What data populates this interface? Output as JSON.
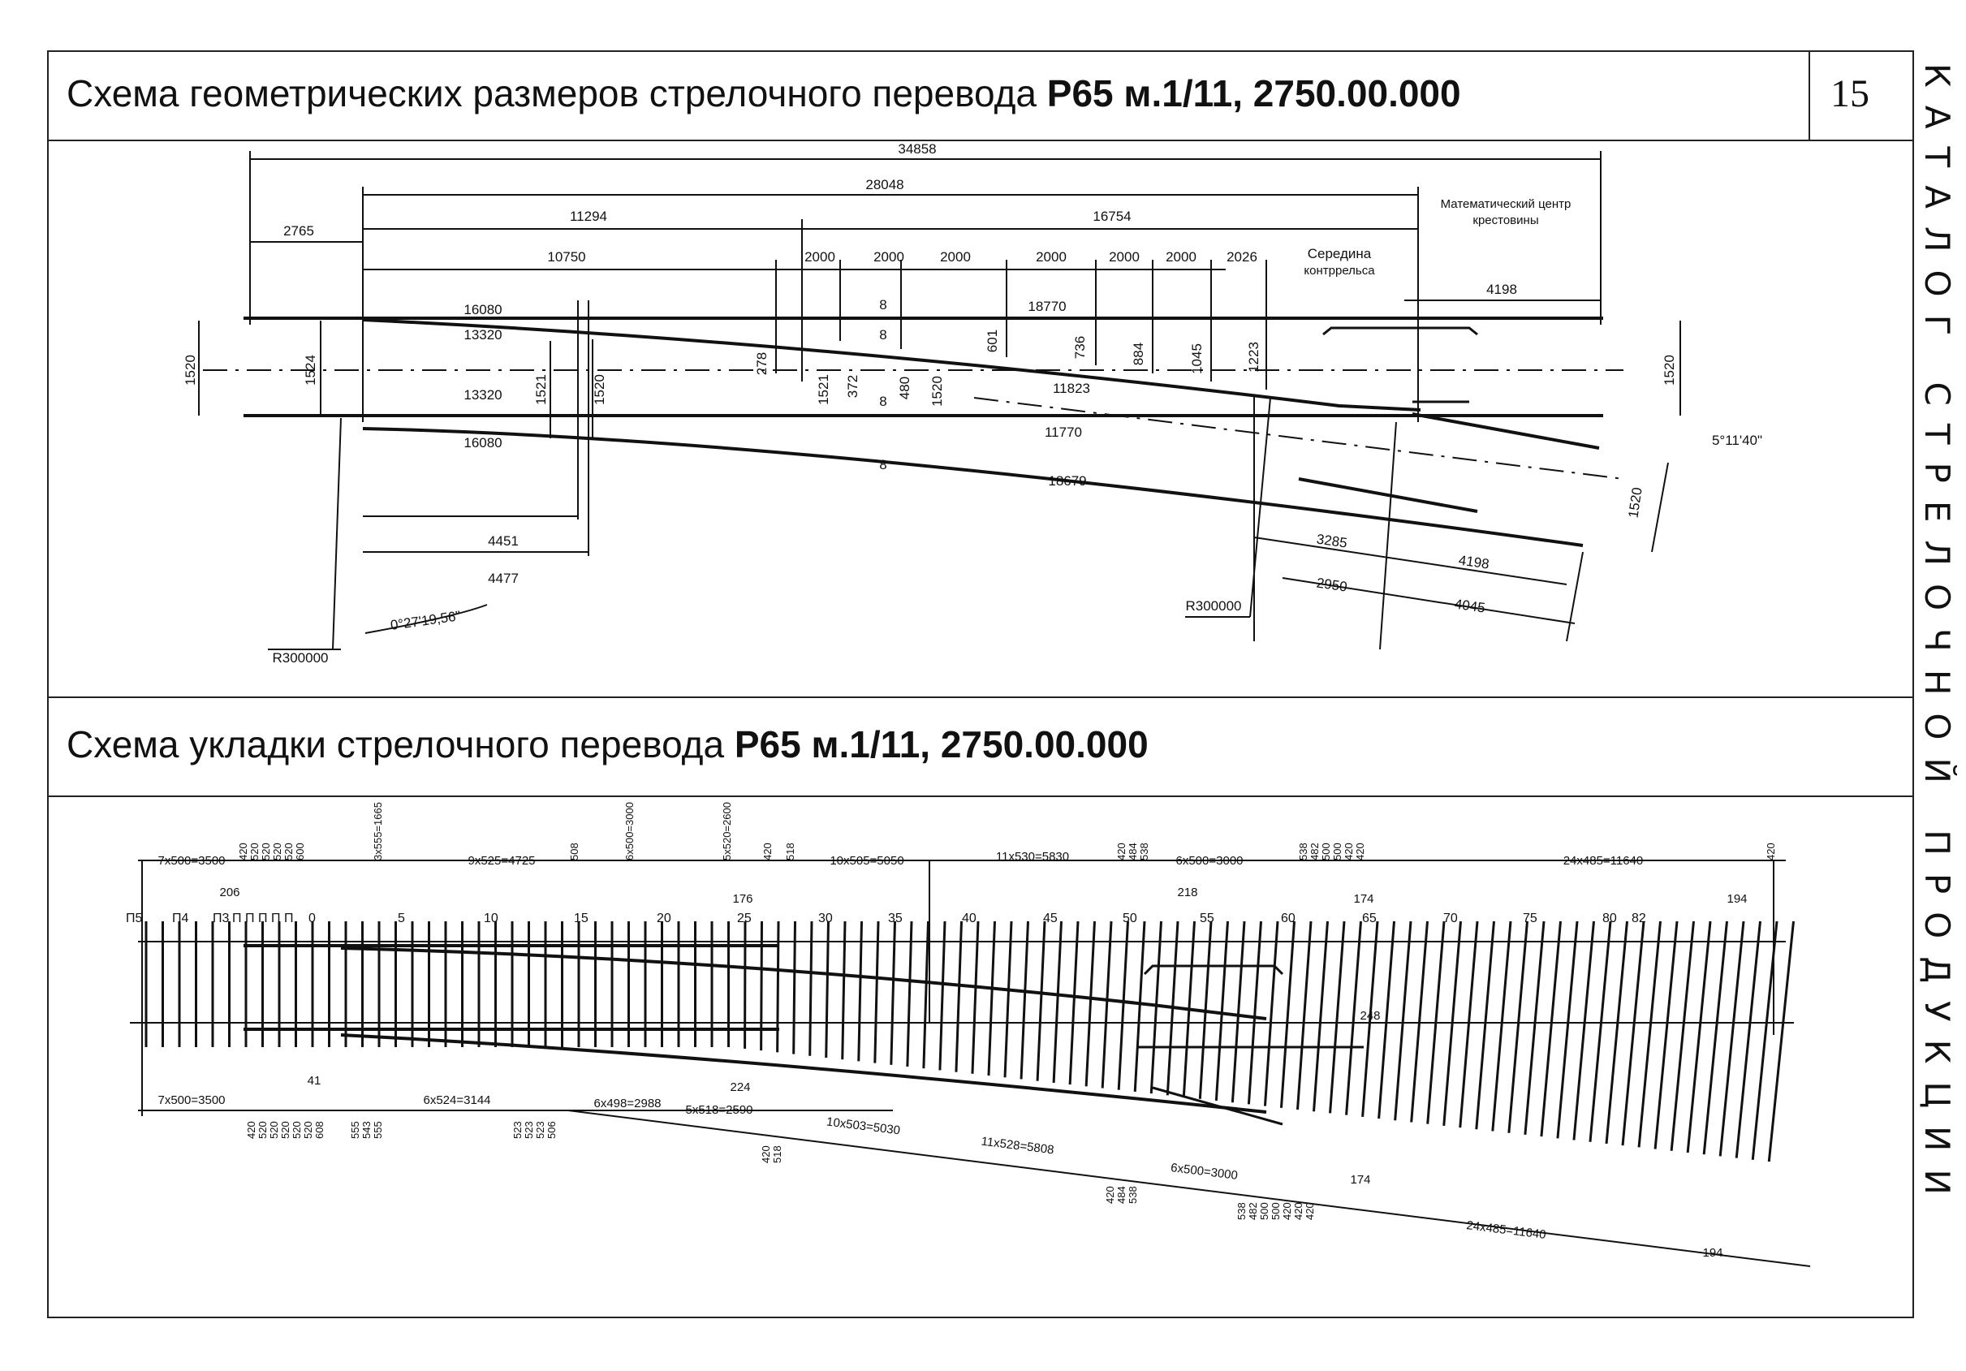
{
  "page": {
    "number": "15"
  },
  "side_caption": "КАТАЛОГ СТРЕЛОЧНОЙ ПРОДУКЦИИ",
  "section1": {
    "title_plain": "Схема геометрических размеров стрелочного перевода ",
    "title_bold": "Р65 м.1/11,  2750.00.000"
  },
  "section2": {
    "title_plain": "Схема укладки стрелочного перевода ",
    "title_bold": "Р65 м.1/11,  2750.00.000"
  },
  "geometry": {
    "dims_top": [
      "34858",
      "28048",
      "11294",
      "16754",
      "2765",
      "10750",
      "2000",
      "2000",
      "2000",
      "2000",
      "2000",
      "2000",
      "2026",
      "4198"
    ],
    "notes": [
      "Математический центр",
      "крестовины",
      "Середина",
      "контррельса"
    ],
    "rail_labels": [
      "16080",
      "13320",
      "13320",
      "16080",
      "18770",
      "11823",
      "11770",
      "18679",
      "8",
      "8",
      "8",
      "8"
    ],
    "gauges": [
      "1520",
      "1524",
      "1521",
      "1520",
      "278",
      "1521",
      "372",
      "480",
      "1520",
      "601",
      "736",
      "884",
      "1045",
      "1223",
      "1520",
      "1520"
    ],
    "bottom_dims": [
      "4451",
      "4477",
      "3285",
      "4198",
      "2950",
      "4045"
    ],
    "angles": [
      "0°27'19,56\"",
      "5°11'40\""
    ],
    "radii": [
      "R300000",
      "R300000"
    ]
  },
  "layout": {
    "top_groups": [
      "7x500=3500",
      "9x525=4725",
      "10x505=5050",
      "11x530=5830",
      "6x500=3000",
      "24x485=11640"
    ],
    "top_vertical": [
      "3x555=1665",
      "6x500=3000",
      "5x520=2600",
      "420",
      "520",
      "520",
      "520",
      "520",
      "600",
      "508",
      "420",
      "518",
      "420",
      "484",
      "538",
      "538",
      "482",
      "500",
      "500",
      "420",
      "420",
      "420"
    ],
    "top_small": [
      "206",
      "176",
      "218",
      "174",
      "194"
    ],
    "sleeper_numbers": [
      "П5",
      "П4",
      "П3",
      "П",
      "П",
      "П",
      "П",
      "П",
      "0",
      "5",
      "10",
      "15",
      "20",
      "25",
      "30",
      "35",
      "40",
      "45",
      "50",
      "55",
      "60",
      "65",
      "70",
      "75",
      "80",
      "82"
    ],
    "bottom_groups": [
      "7x500=3500",
      "6x524=3144",
      "6x498=2988",
      "5x518=2590",
      "10x503=5030",
      "11x528=5808",
      "6x500=3000",
      "24x485=11640"
    ],
    "bottom_vertical": [
      "420",
      "520",
      "520",
      "520",
      "520",
      "520",
      "608",
      "555",
      "543",
      "555",
      "523",
      "523",
      "523",
      "506",
      "420",
      "518",
      "420",
      "484",
      "538",
      "538",
      "482",
      "500",
      "500",
      "420",
      "420",
      "420"
    ],
    "bottom_small": [
      "41",
      "224",
      "248",
      "174",
      "194"
    ]
  }
}
